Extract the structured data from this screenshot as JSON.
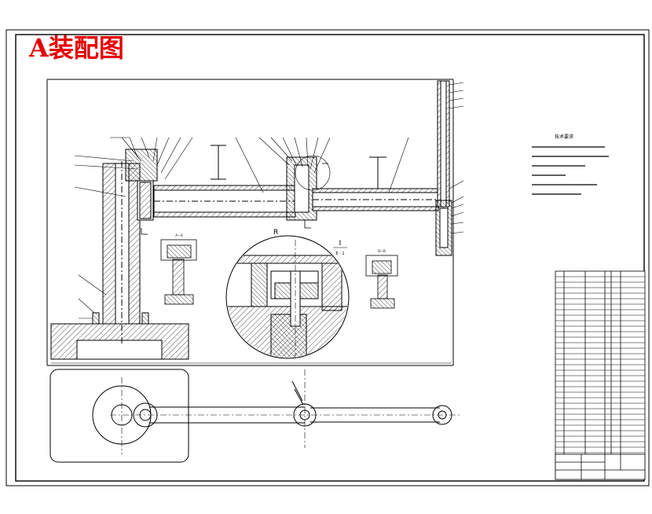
{
  "title": "A装配图",
  "tech_requirements": {
    "heading": "技术要求"
  },
  "section_labels": {
    "detail_letter": "R",
    "section_mark": "I",
    "section_scale": "6 : 1",
    "view_a": "A—A",
    "view_b": "B—B"
  },
  "colors": {
    "title": "#e60000",
    "line": "#000000",
    "hatch": "#000000",
    "paper": "#ffffff"
  }
}
